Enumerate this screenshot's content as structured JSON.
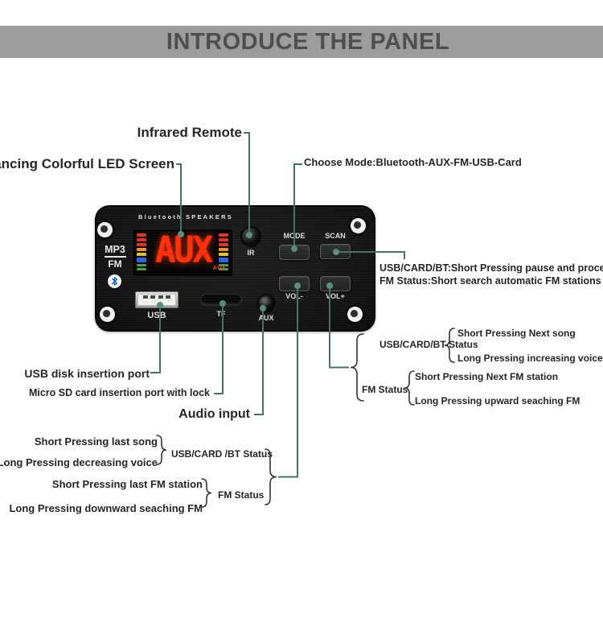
{
  "header": {
    "title": "INTRODUCE THE PANEL"
  },
  "board": {
    "brand": "Bluetooth SPEAKERS",
    "mode_switch": {
      "mp3": "MP3",
      "fm": "FM"
    },
    "display": {
      "value": "AUX",
      "mode_indicator": "AUX",
      "spectrum_bars": [
        {
          "color": "#e03228",
          "h": 4
        },
        {
          "color": "#e03228",
          "h": 4
        },
        {
          "color": "#e03228",
          "h": 4
        },
        {
          "color": "#ef9323",
          "h": 4
        },
        {
          "color": "#e3c027",
          "h": 4
        },
        {
          "color": "#2f63e0",
          "h": 6
        },
        {
          "color": "#43a33f",
          "h": 3
        },
        {
          "color": "#43a33f",
          "h": 3
        }
      ]
    },
    "ir_label": "IR",
    "buttons": {
      "mode": "MODE",
      "scan": "SCAN",
      "vol_minus": "VOL-",
      "vol_plus": "VOL+"
    },
    "ports": {
      "usb": "USB",
      "tf": "TF",
      "aux": "AUX"
    }
  },
  "annotations": {
    "infrared_remote": "Infrared Remote",
    "led_screen": "Dancing Colorful LED Screen",
    "choose_mode": "Choose Mode:Bluetooth-AUX-FM-USB-Card",
    "scan_note_line1": "USB/CARD/BT:Short Pressing pause and proceed",
    "scan_note_line2": "FM Status:Short search automatic FM stations",
    "usb_port": "USB disk insertion port",
    "micro_sd": "Micro SD card insertion port with lock",
    "audio_input": "Audio input",
    "vol_plus_group": {
      "usb_status_label": "USB/CARD/BT Status",
      "usb_short": "Short Pressing Next song",
      "usb_long": "Long Pressing increasing voice",
      "fm_status_label": "FM Status",
      "fm_short": "Short Pressing Next FM station",
      "fm_long": "Long Pressing upward seaching FM"
    },
    "vol_minus_group": {
      "usb_short": "Short Pressing last song",
      "usb_long": "Long Pressing decreasing voice",
      "usb_status_label": "USB/CARD /BT Status",
      "fm_short": "Short Pressing last FM station",
      "fm_long": "Long Pressing downward seaching FM",
      "fm_status_label": "FM Status"
    }
  },
  "colors": {
    "banner_bg": "#9c9c9c",
    "banner_text": "#4f4f4f",
    "annotation_line": "#4a7165",
    "annotation_dot": "#5a8d7d",
    "display_red": "#ff2f08",
    "board_black": "#161616"
  }
}
